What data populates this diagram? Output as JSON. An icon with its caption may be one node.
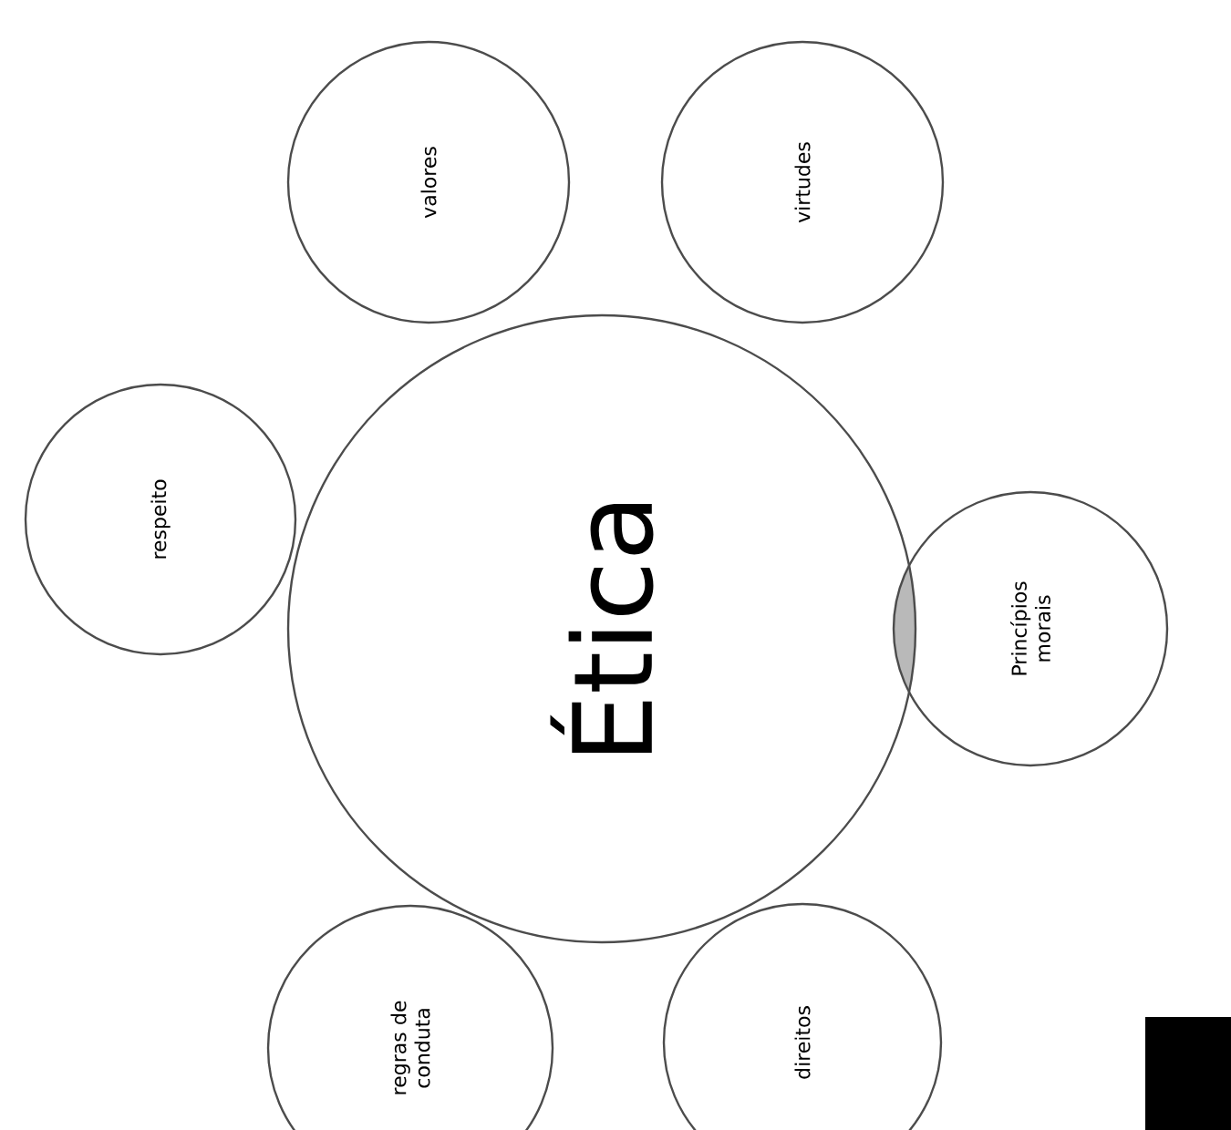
{
  "diagram": {
    "nodes": [
      {
        "text": [
          "Ética"
        ]
      },
      {
        "text": [
          "valores"
        ]
      },
      {
        "text": [
          "virtudes"
        ]
      },
      {
        "text": [
          "respeito"
        ]
      },
      {
        "text": [
          "Princípios morais"
        ]
      },
      {
        "text": [
          "regras de conduta"
        ]
      },
      {
        "text": [
          "direitos"
        ]
      }
    ]
  }
}
